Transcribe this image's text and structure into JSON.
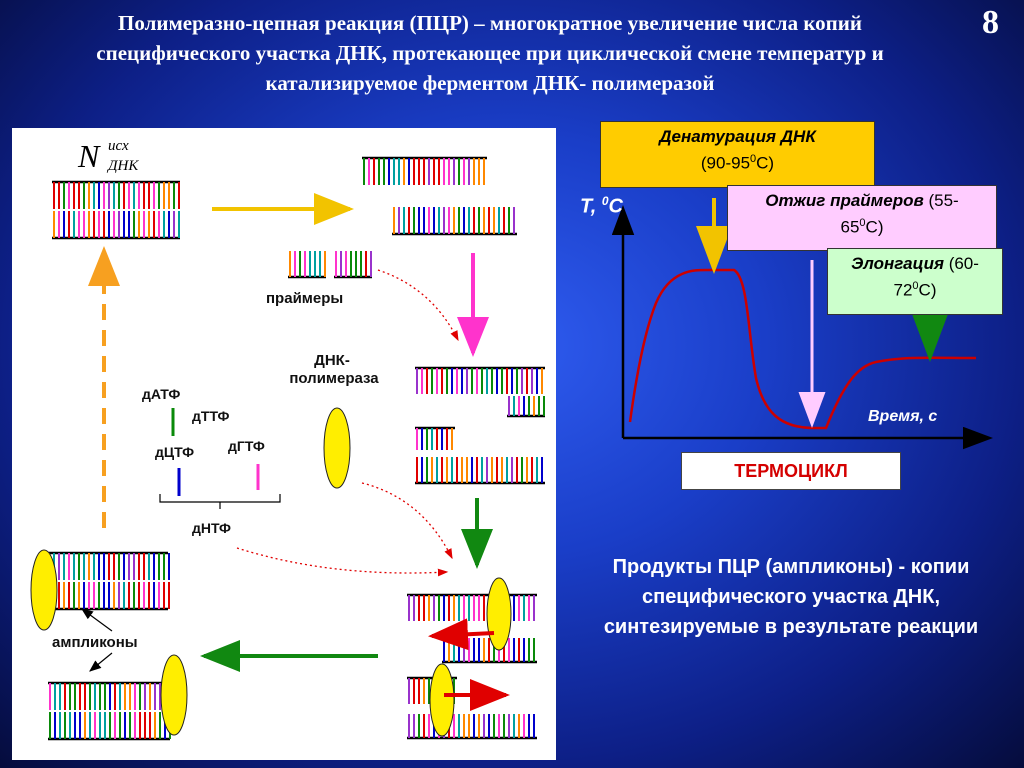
{
  "slide": {
    "title": "Полимеразно-цепная реакция (ПЦР) – многократное увеличение числа копий специфического участка ДНК, протекающее при циклической смене температур и катализируемое ферментом ДНК- полимеразой",
    "number": "8"
  },
  "diagram": {
    "n_symbol": "N",
    "n_superscript": "исх",
    "n_subscript": "ДНК",
    "primers_label": "праймеры",
    "polymerase_label_1": "ДНК-",
    "polymerase_label_2": "полимераза",
    "datp": "дАТФ",
    "dttp": "дТТФ",
    "dctp": "дЦТФ",
    "dgtp": "дГТФ",
    "dntp": "дНТФ",
    "amplicons_label": "ампликоны"
  },
  "graph": {
    "y_axis_label": "T, ",
    "y_axis_sup": "0",
    "y_axis_unit": "C",
    "x_axis_label": "Время, с",
    "denaturation_title": "Денатурация ДНК",
    "denaturation_range": "(90-95",
    "denaturation_sup": "0",
    "denaturation_unit": "С)",
    "annealing_title": "Отжиг праймеров",
    "annealing_range_a": " (55-",
    "annealing_range_b": "65",
    "annealing_sup": "0",
    "annealing_unit": "С)",
    "elongation_title": "Элонгация",
    "elongation_range_a": " (60-",
    "elongation_range_b": "72",
    "elongation_sup": "0",
    "elongation_unit": "С)",
    "colors": {
      "denaturation": "#ffcc00",
      "annealing": "#ffccff",
      "elongation": "#ccffcc",
      "curve": "#cc0000"
    }
  },
  "thermocycle_label": "ТЕРМОЦИКЛ",
  "products_text": "Продукты ПЦР (ампликоны) - копии специфического участка ДНК, синтезируемые в результате реакции"
}
